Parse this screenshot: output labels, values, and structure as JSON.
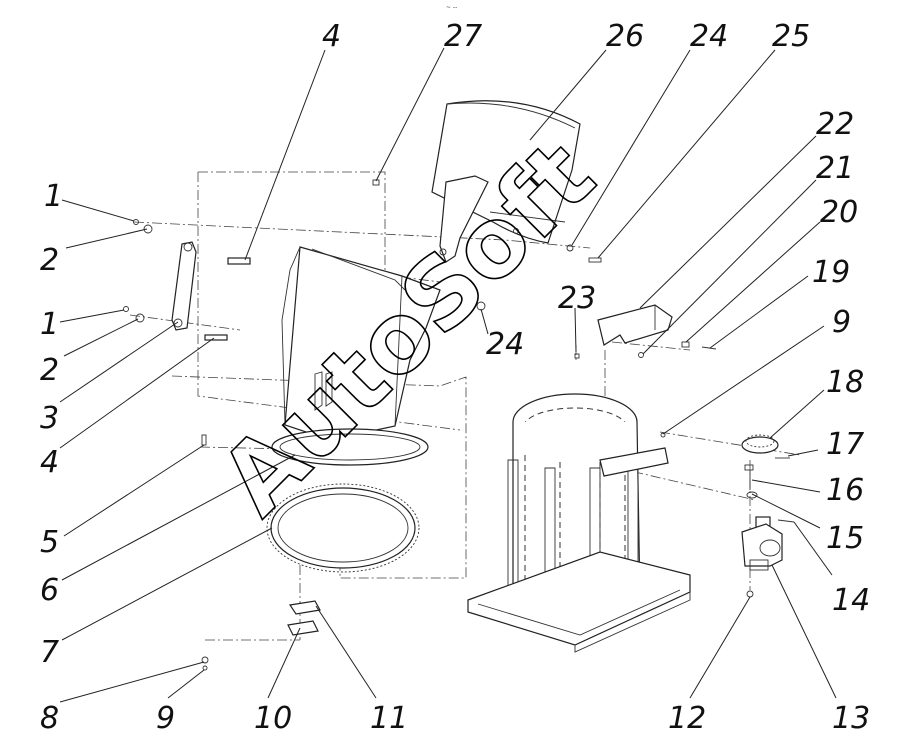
{
  "watermark": "AutoSoft",
  "callouts": [
    "1",
    "2",
    "1",
    "2",
    "3",
    "4",
    "4",
    "27",
    "26",
    "24",
    "25",
    "22",
    "21",
    "20",
    "19",
    "9",
    "18",
    "17",
    "16",
    "15",
    "14",
    "13",
    "12",
    "24",
    "23",
    "5",
    "6",
    "7",
    "8",
    "9",
    "10",
    "11"
  ],
  "parts": {
    "hopper_cover": "part-26",
    "hopper_body": "hopper-body",
    "ring_gear": "part-7",
    "base_frame": "base-frame",
    "drive_motor": "part-13",
    "pinion": "part-18"
  }
}
